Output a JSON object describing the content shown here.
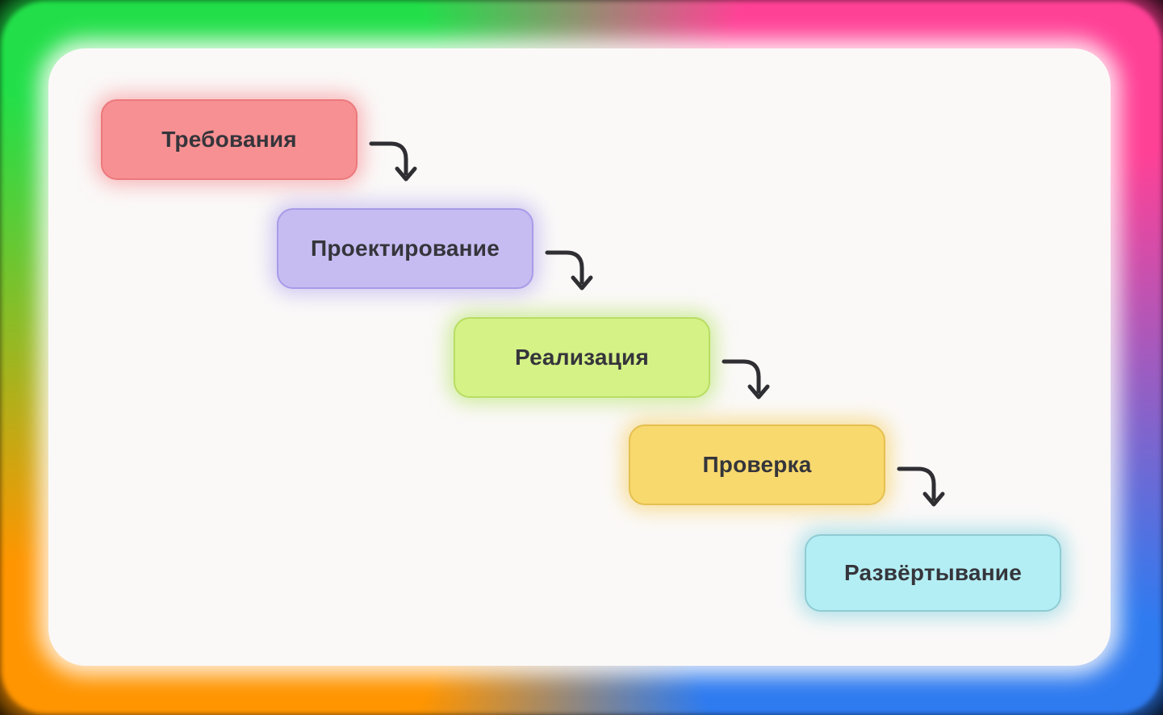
{
  "diagram": {
    "type": "waterfall-process-flow",
    "theme": {
      "frame_tl": "#22DF49",
      "frame_tr": "#FF4196",
      "frame_br": "#2E7BF0",
      "frame_bl": "#FF9500",
      "card_bg": "#FBF9F8",
      "text": "#35353B",
      "arrow": "#2F2F33"
    },
    "steps": [
      {
        "label": "Требования",
        "colors": {
          "fill": "#F79092",
          "border": "#EC797C",
          "glow": "rgba(246,120,126,0.50)"
        }
      },
      {
        "label": "Проектирование",
        "colors": {
          "fill": "#C6BCF1",
          "border": "#A89BE8",
          "glow": "rgba(158,140,232,0.45)"
        }
      },
      {
        "label": "Реализация",
        "colors": {
          "fill": "#D5F287",
          "border": "#B8DD63",
          "glow": "rgba(172,224,83,0.55)"
        }
      },
      {
        "label": "Проверка",
        "colors": {
          "fill": "#F8D96E",
          "border": "#E6BF50",
          "glow": "rgba(244,201,74,0.55)"
        }
      },
      {
        "label": "Развёртывание",
        "colors": {
          "fill": "#B3EEF4",
          "border": "#8FCBD3",
          "glow": "rgba(126,209,224,0.60)"
        }
      }
    ]
  }
}
